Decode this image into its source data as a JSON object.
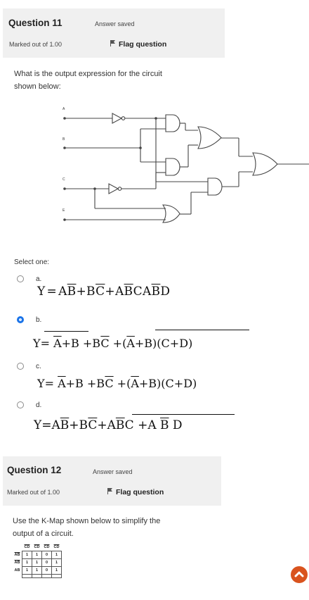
{
  "q11": {
    "title": "Question 11",
    "status": "Answer saved",
    "marked": "Marked out of 1.00",
    "flag": "Flag question",
    "text_line1": "What is the output expression for the circuit",
    "text_line2": "shown below:",
    "circuit_labels": [
      "A",
      "B",
      "C",
      "E"
    ],
    "select_label": "Select one:",
    "options": [
      {
        "letter": "a.",
        "selected": false
      },
      {
        "letter": "b.",
        "selected": true
      },
      {
        "letter": "c.",
        "selected": false
      },
      {
        "letter": "d.",
        "selected": false
      }
    ]
  },
  "q12": {
    "title": "Question 12",
    "status": "Answer saved",
    "marked": "Marked out of 1.00",
    "flag": "Flag question",
    "text_line1": "Use the K-Map shown below to simplify the",
    "text_line2": "output of a circuit.",
    "kmap_cols": [
      "CD",
      "CD",
      "CD",
      "CD"
    ],
    "kmap_rows": [
      {
        "label": "AB",
        "cells": [
          "1",
          "1",
          "0",
          "1"
        ]
      },
      {
        "label": "AB",
        "cells": [
          "1",
          "1",
          "0",
          "1"
        ]
      },
      {
        "label": "AB",
        "cells": [
          "1",
          "1",
          "0",
          "1"
        ]
      }
    ]
  },
  "colors": {
    "accent": "#1a73e8",
    "fab": "#d9531e",
    "panel": "#f0f0f0"
  },
  "icons": {
    "flag": "flag-icon",
    "scroll": "chevron-up-icon"
  }
}
